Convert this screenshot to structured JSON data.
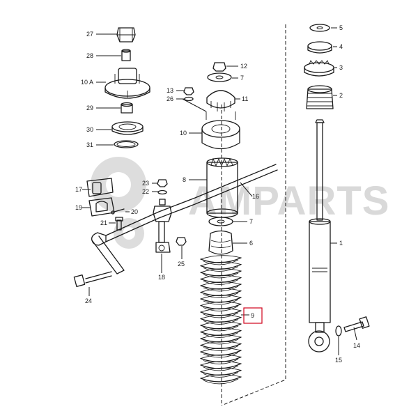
{
  "diagram": {
    "watermark": "AMPARTS",
    "labels": {
      "p1": "1",
      "p2": "2",
      "p3": "3",
      "p4": "4",
      "p5": "5",
      "p6": "6",
      "p7a": "7",
      "p7b": "7",
      "p8": "8",
      "p9": "9",
      "p10": "10",
      "p10a": "10 A",
      "p11": "11",
      "p12": "12",
      "p13": "13",
      "p14": "14",
      "p15": "15",
      "p16": "16",
      "p17": "17",
      "p18": "18",
      "p19": "19",
      "p20": "20",
      "p21": "21",
      "p22": "22",
      "p23": "23",
      "p24": "24",
      "p25": "25",
      "p26": "26",
      "p27": "27",
      "p28": "28",
      "p29": "29",
      "p30": "30",
      "p31": "31"
    },
    "highlight_color": "#d0021b"
  }
}
